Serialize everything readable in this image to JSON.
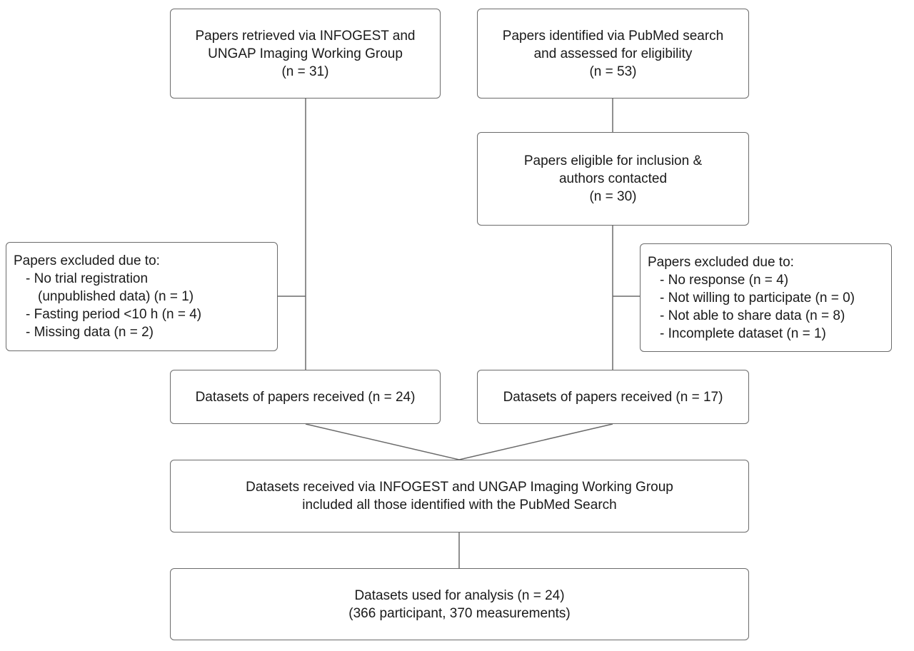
{
  "nodes": {
    "infogest": {
      "lines": [
        "Papers retrieved via INFOGEST and",
        "UNGAP Imaging Working Group",
        "(n = 31)"
      ]
    },
    "pubmed": {
      "lines": [
        "Papers identified via PubMed search",
        "and assessed for eligibility",
        "(n = 53)"
      ]
    },
    "eligible": {
      "lines": [
        "Papers eligible for inclusion &",
        "authors contacted",
        "(n = 30)"
      ]
    },
    "excluded_left": {
      "title": "Papers excluded due to:",
      "items": [
        "- No trial registration",
        "(unpublished data) (n = 1)",
        "- Fasting period <10 h (n = 4)",
        "- Missing data (n = 2)"
      ]
    },
    "excluded_right": {
      "title": "Papers excluded due to:",
      "items": [
        "- No response (n = 4)",
        "- Not willing to participate (n = 0)",
        "- Not able to share data (n = 8)",
        "- Incomplete dataset (n = 1)"
      ]
    },
    "datasets_left": {
      "lines": [
        "Datasets of papers received (n = 24)"
      ]
    },
    "datasets_right": {
      "lines": [
        "Datasets of papers received (n = 17)"
      ]
    },
    "combined": {
      "lines": [
        "Datasets received via INFOGEST and UNGAP Imaging Working Group",
        "included all those identified with the PubMed Search"
      ]
    },
    "final": {
      "lines": [
        "Datasets used for analysis (n = 24)",
        "(366 participant, 370 measurements)"
      ]
    }
  },
  "colors": {
    "border": "#6b6b6b",
    "connector": "#6b6b6b",
    "text": "#1a1a1a",
    "background": "#ffffff"
  }
}
